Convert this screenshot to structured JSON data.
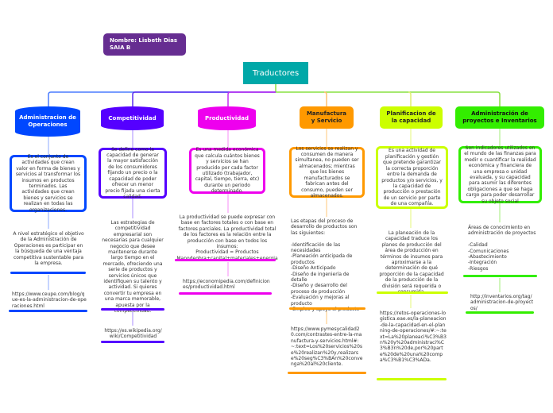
{
  "author": {
    "line1": "Nombre: Lisbeth Dias",
    "line2": "SAIA B"
  },
  "root": {
    "title": "Traductores",
    "color": "#00a8a8"
  },
  "branches": [
    {
      "title": "Administracion de Operaciones",
      "color": "#0047ff",
      "definition": "Es el conjunto de actividades que crean valor en forma de bienes y servicios al transformar los insumos en productos terminados. Las actividades que crean bienes y servicios se realizan en todas las organizaciones.",
      "detail": "A nivel estratégico el objetivo de la Administración de Operaciones es participar en la búsqueda de una ventaja competitiva sustentable para la empresa.",
      "link": "https://www.ceupe.com/blog/que-es-la-administracion-de-operaciones.html"
    },
    {
      "title": "Competitividad",
      "color": "#5500ff",
      "definition": "Se define como la capacidad de generar la mayor satisfacción de los consumidores fijando un precio o la capacidad de poder ofrecer un menor precio fijada una cierta calidad.",
      "detail": "Las estrategias de competitividad empresarial son necesarias para cualquier negocio que desee mantenerse durante largo tiempo en el mercado, ofreciendo una serie de productos y servicios únicos que identifiquen su talento y actividad. Si quieres convertir tu empresa en una marca memorable, apuesta por la competitividad.",
      "link": "https://es.wikipedia.org/wiki/Competitividad"
    },
    {
      "title": "Productividad",
      "color": "#ee00ee",
      "definition": "Es una medida económica que calcula cuántos bienes y servicios se han producido por cada factor utilizado (trabajador, capital, tiempo, tierra, etc) durante un periodo determinado.",
      "detail": "La productividad se puede expresar con base en factores totales o con base en factores parciales. La productividad total de los factores es la relación entre la producción con base en todos los insumos:\nProductividad = Productos\nManodeobra+capital+materiales+energia",
      "link": "https://economipedia.com/definiciones/productividad.html"
    },
    {
      "title": "Manufactura y Servicio",
      "color": "#ff9900",
      "definition": "Los servicios se realizan y consumen de manera simultanea, no pueden ser almacenados; mientras que los bienes manufacturados se fabrican antes del consumo, pueden ser almacenados.",
      "detail": "Las etapas del proceso de desarrollo de productos son las siguientes:\n\n-Identificación de las necesidades\n-Planeación anticipada de productos\n-Diseño Anticipado\n-Diseño de ingeniería de detalle\n-Diseño y desarrollo del proceso de producción\n-Evaluación y mejoras al producto\n-Empleo y apoyo al producto",
      "link": "https://www.pymesycalidad20.com/contrastes-entre-la-manufactura-y-servicios.html#:~:text=Los%20servicios%20se%20realizan%20y,realizarse%20seg%C3%BAn%20convenga%20al%20cliente."
    },
    {
      "title": "Planificacion de la capacidad",
      "color": "#ccff00",
      "definition": "Es una actividad de planificación y gestión que pretende garantizar la correcta proporción entre la demanda de productos y/o servicios, y la capacidad de producción o prestación de un servicio por parte de una compañía.",
      "detail": "La planeación de la capacidad traduce los planes de producción del área de producción en términos de insumos para aproximarse a la determinación de qué proporción de la capacidad de la producción de la división será requerida o consumida.",
      "link": "https://retos-operaciones-logistica.eae.es/la-planeacion-de-la-capacidad-en-el-planning-de-operaciones/#:~:text=La%20planeaci%C3%B3n%20y%20administraci%C3%B3n%20de,por%20parte%20de%20una%20compa%C3%B1%C3%ADa."
    },
    {
      "title": "Administración de proyectos e Inventarios",
      "color": "#33ee00",
      "definition": "Son indicadores utilizados en el mundo de las finanzas para medir o cuantificar la realidad económica y financiera de una empresa o unidad evaluada, y su capacidad para asumir las diferentes obligaciones a que se haga cargo para poder desarrollar su objeto social",
      "detail": "Áreas de conocimiento en administración de proyectos\n\n-Calidad\n-Comunicaciones\n-Abastecimiento\n-Integración\n-Riesgos",
      "link": "http://inventarios.org/tag/administracion-de-proyectos/"
    }
  ]
}
